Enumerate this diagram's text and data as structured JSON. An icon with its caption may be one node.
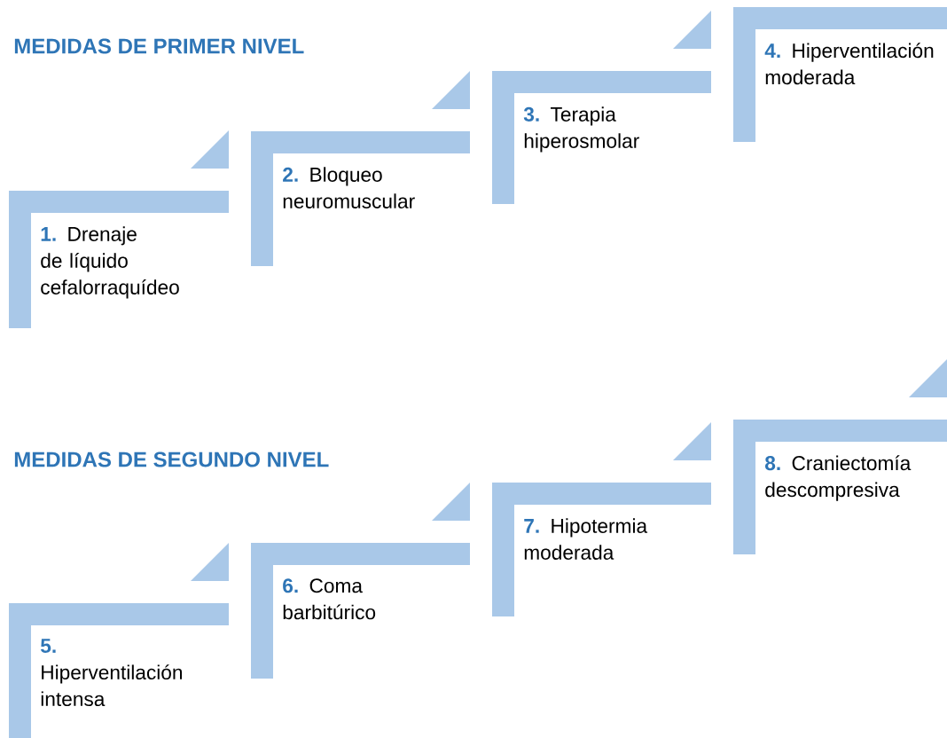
{
  "diagram": {
    "nodes": [
      {
        "text": [
          "1.",
          "Drenaje de líquido cefalorraquídeo"
        ]
      },
      {
        "text": [
          "2.",
          "Bloqueo neuromuscular"
        ]
      },
      {
        "text": [
          "3.",
          "Terapia hiperosmolar"
        ]
      },
      {
        "text": [
          "4.",
          "Hiperventilación moderada"
        ]
      },
      {
        "text": [
          "5.",
          "Hiperventilación intensa"
        ]
      },
      {
        "text": [
          "6.",
          "Coma barbitúrico"
        ]
      },
      {
        "text": [
          "7.",
          "Hipotermia moderada"
        ]
      },
      {
        "text": [
          "8.",
          "Craniectomía descompresiva"
        ]
      }
    ],
    "labels": [
      "MEDIDAS DE PRIMER NIVEL",
      "MEDIDAS DE SEGUNDO NIVEL"
    ]
  }
}
